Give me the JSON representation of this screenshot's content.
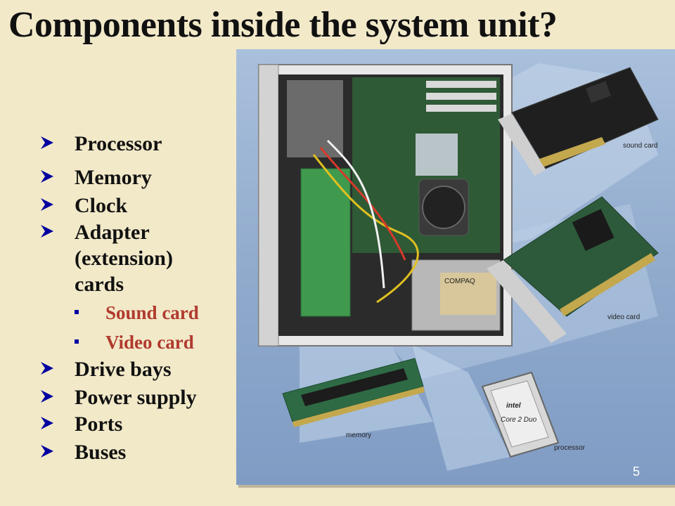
{
  "slide": {
    "title": "Components inside the system unit?",
    "page_number": "5"
  },
  "bullets": [
    {
      "text": "Processor",
      "level": 1
    },
    {
      "text": "Memory",
      "level": 1
    },
    {
      "text": "Clock",
      "level": 1
    },
    {
      "text": "Adapter (extension) cards",
      "level": 1
    },
    {
      "text": "Sound card",
      "level": 2
    },
    {
      "text": "Video card",
      "level": 2
    },
    {
      "text": "Drive bays",
      "level": 1
    },
    {
      "text": "Power supply",
      "level": 1
    },
    {
      "text": "Ports",
      "level": 1
    },
    {
      "text": "Buses",
      "level": 1
    }
  ],
  "image_labels": {
    "sound_card": "sound card",
    "video_card": "video card",
    "memory": "memory",
    "processor": "processor",
    "chip_brand": "intel",
    "chip_model": "Core 2 Duo",
    "case_brand": "COMPAQ"
  },
  "colors": {
    "background": "#f2e9c9",
    "sub_bullet_text": "#b03a2e",
    "arrow_bullet": "#0000a0",
    "panel": "#8fa9cc"
  }
}
